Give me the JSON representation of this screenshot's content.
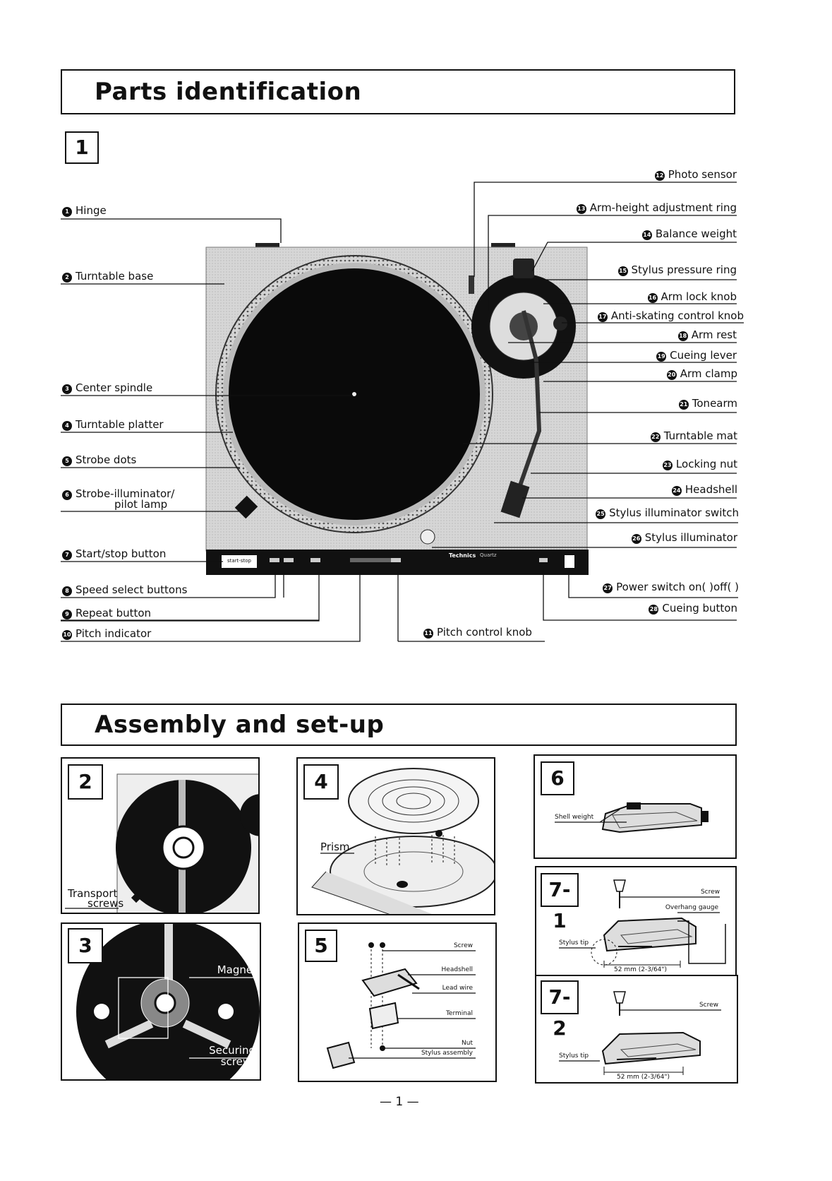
{
  "sections": {
    "parts": "Parts identification",
    "assembly": "Assembly and set-up"
  },
  "figure_numbers": {
    "f1": "1",
    "f2": "2",
    "f3": "3",
    "f4": "4",
    "f5": "5",
    "f6": "6",
    "f71": "7-1",
    "f72": "7-2"
  },
  "parts_left": [
    {
      "n": "1",
      "label": "Hinge"
    },
    {
      "n": "2",
      "label": "Turntable base"
    },
    {
      "n": "3",
      "label": "Center spindle"
    },
    {
      "n": "4",
      "label": "Turntable platter"
    },
    {
      "n": "5",
      "label": "Strobe dots"
    },
    {
      "n": "6",
      "label": "Strobe-illuminator/",
      "label2": "pilot lamp"
    },
    {
      "n": "7",
      "label": "Start/stop button"
    },
    {
      "n": "8",
      "label": "Speed select buttons"
    },
    {
      "n": "9",
      "label": "Repeat button"
    },
    {
      "n": "10",
      "label": "Pitch indicator"
    }
  ],
  "part_11": {
    "n": "11",
    "label": "Pitch control knob"
  },
  "parts_right": [
    {
      "n": "12",
      "label": "Photo sensor"
    },
    {
      "n": "13",
      "label": "Arm-height adjustment ring"
    },
    {
      "n": "14",
      "label": "Balance weight"
    },
    {
      "n": "15",
      "label": "Stylus pressure ring"
    },
    {
      "n": "16",
      "label": "Arm lock knob"
    },
    {
      "n": "17",
      "label": "Anti-skating control knob"
    },
    {
      "n": "18",
      "label": "Arm rest"
    },
    {
      "n": "19",
      "label": "Cueing lever"
    },
    {
      "n": "20",
      "label": "Arm clamp"
    },
    {
      "n": "21",
      "label": "Tonearm"
    },
    {
      "n": "22",
      "label": "Turntable mat"
    },
    {
      "n": "23",
      "label": "Locking nut"
    },
    {
      "n": "24",
      "label": "Headshell"
    },
    {
      "n": "25",
      "label": "Stylus illuminator switch"
    },
    {
      "n": "26",
      "label": "Stylus illuminator"
    },
    {
      "n": "27",
      "label": "Power switch on(   )off(   )"
    },
    {
      "n": "28",
      "label": "Cueing button"
    }
  ],
  "panel": {
    "start_stop": "start-stop",
    "brand": "Technics",
    "model": "Quartz"
  },
  "fig2": {
    "label1": "Transport",
    "label2": "screws"
  },
  "fig3": {
    "magnet": "Magnet",
    "securing1": "Securing",
    "securing2": "screws"
  },
  "fig4": {
    "prism": "Prism"
  },
  "fig5": {
    "screw": "Screw",
    "headshell": "Headshell",
    "lead_wire": "Lead wire",
    "terminal": "Terminal",
    "nut": "Nut",
    "stylus_assembly": "Stylus assembly"
  },
  "fig6": {
    "shell_weight": "Shell weight"
  },
  "fig71": {
    "screw": "Screw",
    "overhang": "Overhang gauge",
    "stylus_tip": "Stylus tip",
    "measure": "52 mm (2-3/64\")"
  },
  "fig72": {
    "screw": "Screw",
    "stylus_tip": "Stylus tip",
    "measure": "52 mm (2-3/64\")"
  },
  "page_number": "— 1 —"
}
